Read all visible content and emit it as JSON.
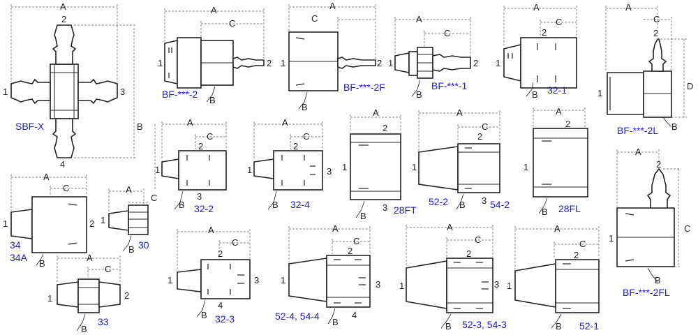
{
  "labels": {
    "a": "A",
    "b": "B",
    "c": "C",
    "d": "D",
    "p1": "1",
    "p2": "2",
    "p3": "3",
    "p4": "4"
  },
  "parts": {
    "sbf_x": "SBF-X",
    "bf_2": "BF-***-2",
    "bf_2f": "BF-***-2F",
    "bf_1": "BF-***-1",
    "p32_1": "32-1",
    "bf_2l": "BF-***-2L",
    "p34": "34",
    "p34a": "34A",
    "p30": "30",
    "p33": "33",
    "p32_2": "32-2",
    "p32_4": "32-4",
    "p28ft": "28FT",
    "p52_2": "52-2",
    "p54_2": "54-2",
    "p28fl": "28FL",
    "bf_2fl": "BF-***-2FL",
    "p32_3": "32-3",
    "p52_4": "52-4, 54-4",
    "p52_3": "52-3, 54-3",
    "p52_1": "52-1"
  },
  "colors": {
    "line": "#222222",
    "part_name": "#1a1ad8",
    "background": "#ffffff"
  }
}
